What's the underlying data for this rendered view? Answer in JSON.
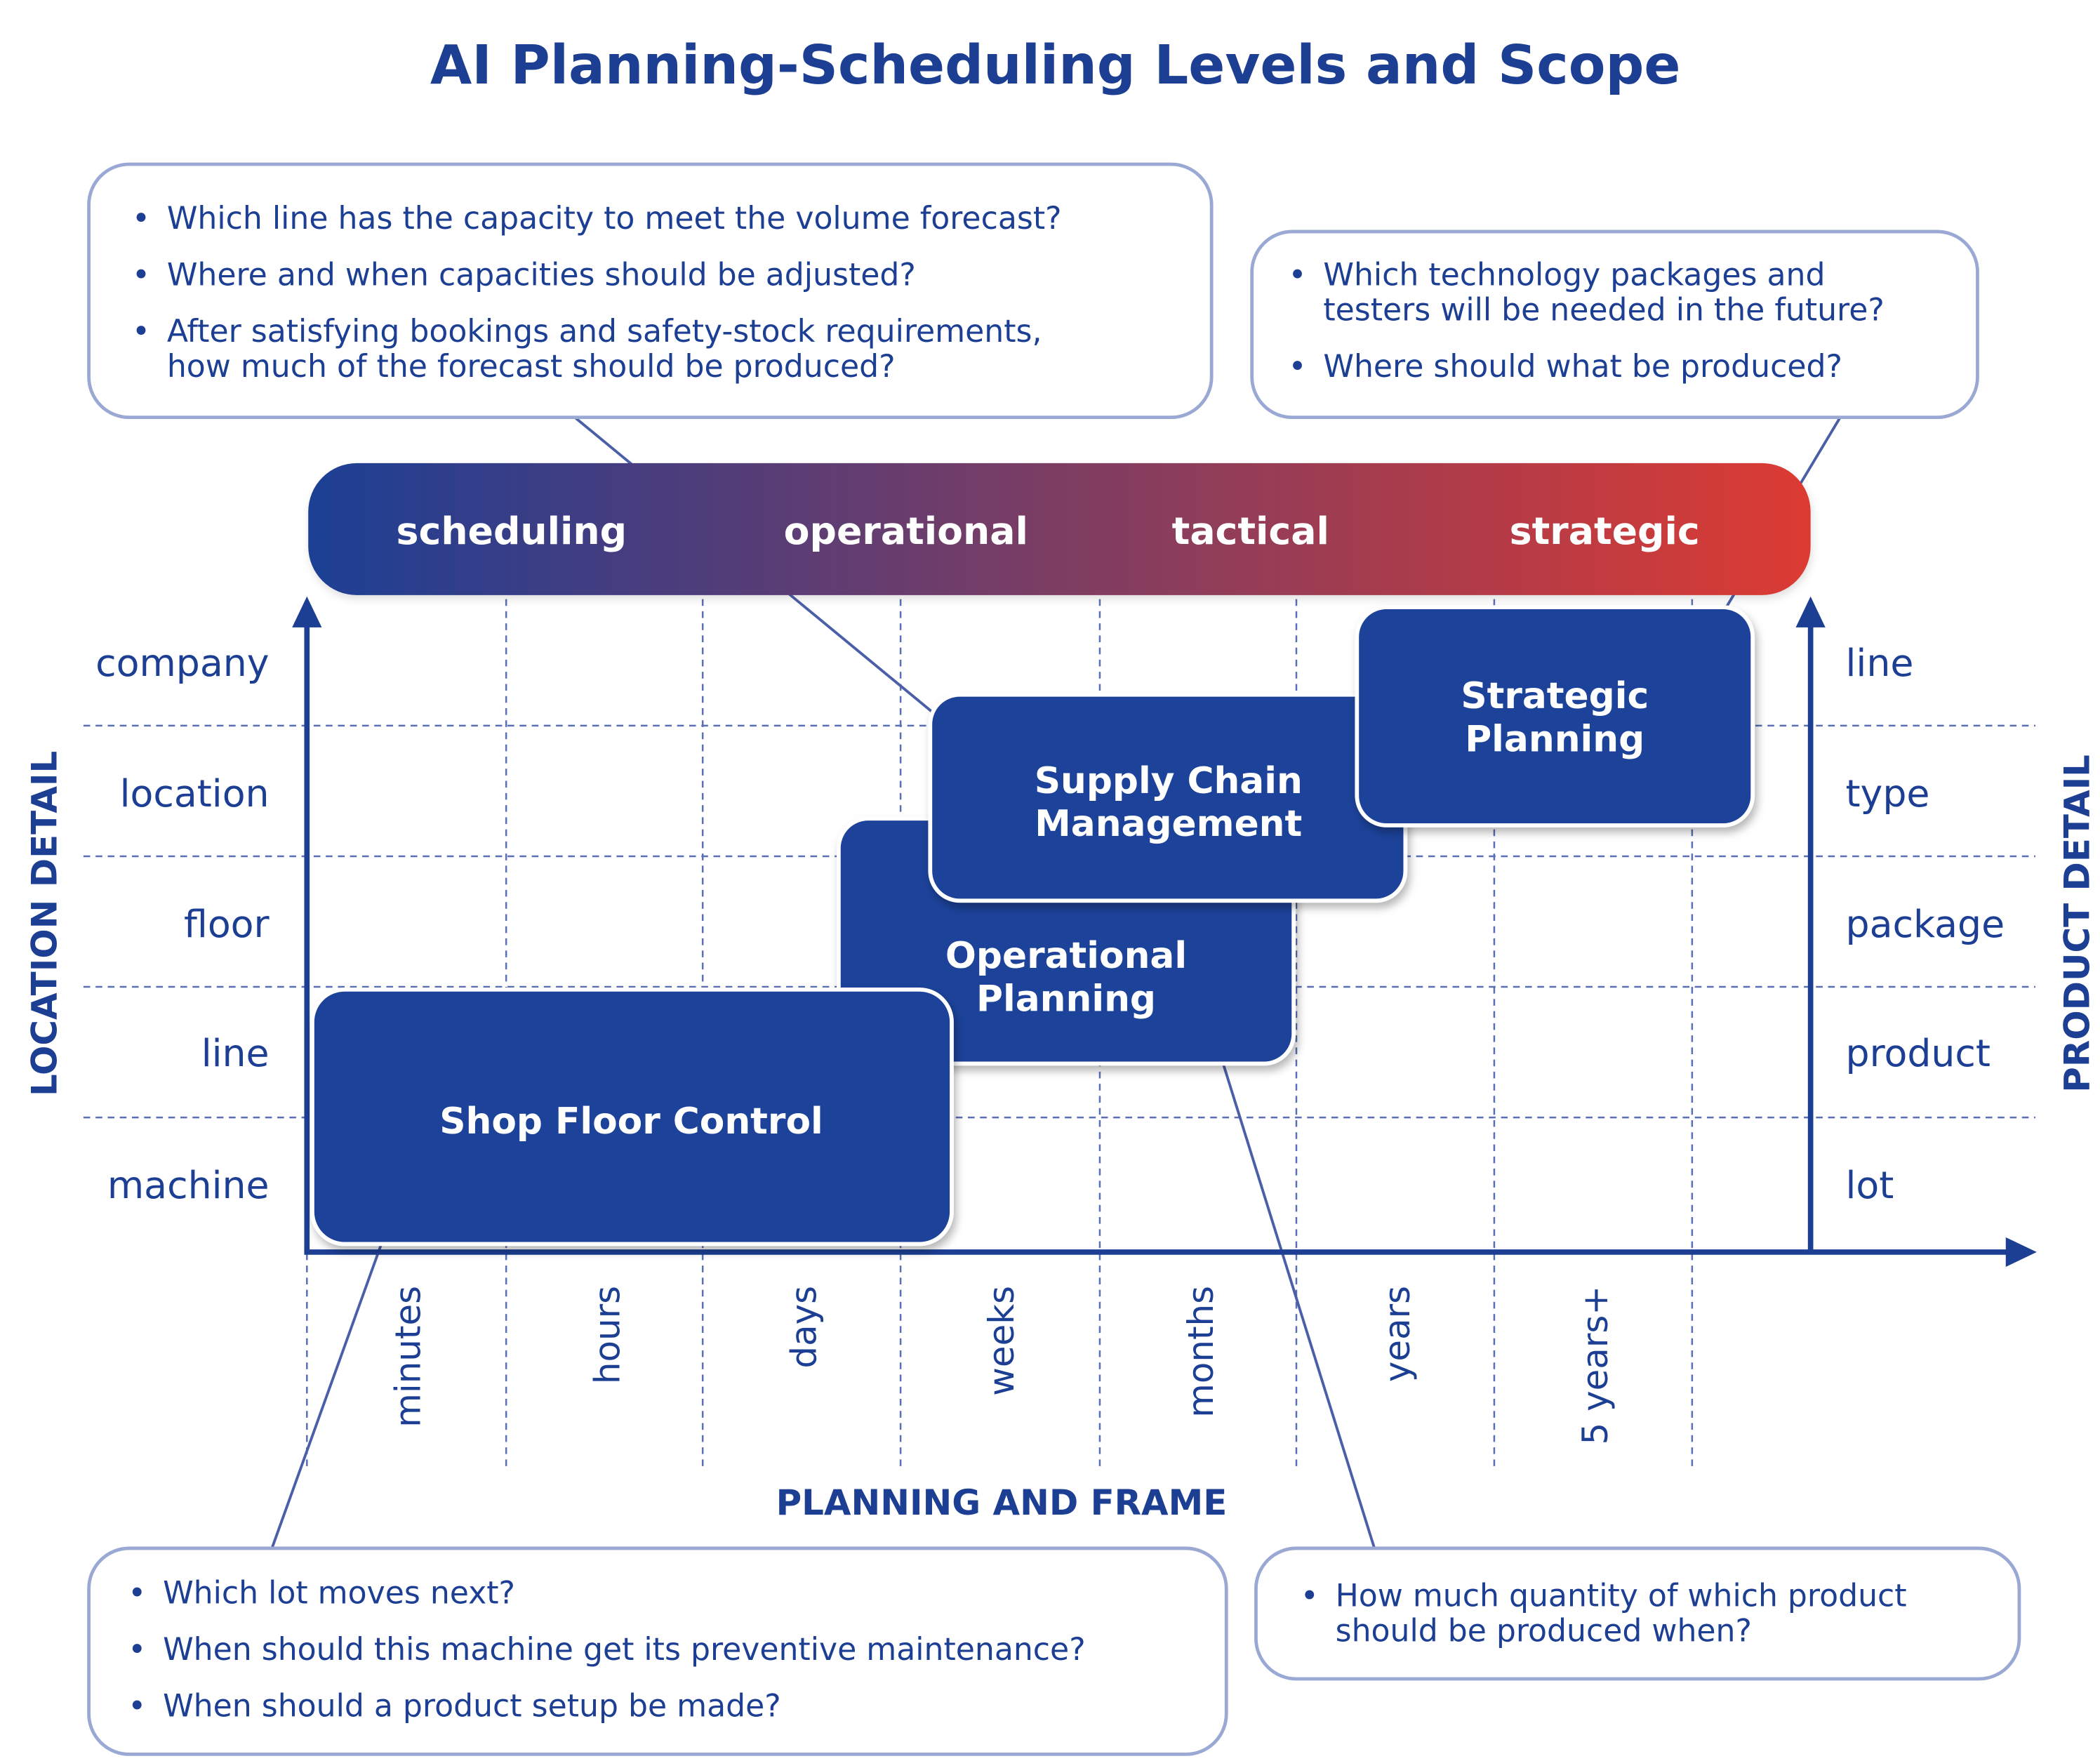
{
  "title": "AI Planning-Scheduling Levels and Scope",
  "levels": [
    "scheduling",
    "operational",
    "tactical",
    "strategic"
  ],
  "level_bar_colors": {
    "start": "#1d3f94",
    "end": "#dc3a32"
  },
  "location_detail": {
    "title": "LOCATION DETAIL",
    "labels": [
      "company",
      "location",
      "floor",
      "line",
      "machine"
    ]
  },
  "product_detail": {
    "title": "PRODUCT DETAIL",
    "labels": [
      "line",
      "type",
      "package",
      "product",
      "lot"
    ]
  },
  "time_axis": {
    "title": "PLANNING AND FRAME",
    "labels": [
      "minutes",
      "hours",
      "days",
      "weeks",
      "months",
      "years",
      "5 years+"
    ]
  },
  "boxes": {
    "shop_floor": [
      "Shop Floor Control"
    ],
    "operational": [
      "Operational",
      "Planning"
    ],
    "supply_chain": [
      "Supply Chain",
      "Management"
    ],
    "strategic": [
      "Strategic",
      "Planning"
    ]
  },
  "box_color": "#1c4399",
  "callouts": {
    "top_left": [
      [
        "Which line has the capacity to meet the volume forecast?"
      ],
      [
        "Where and when capacities should be adjusted?"
      ],
      [
        "After satisfying bookings and safety-stock requirements,",
        "how much of the forecast should be produced?"
      ]
    ],
    "top_right": [
      [
        "Which technology packages and",
        "testers will be needed in the future?"
      ],
      [
        "Where should what be produced?"
      ]
    ],
    "bottom_left": [
      [
        "Which lot moves next?"
      ],
      [
        "When should this machine get its preventive maintenance?"
      ],
      [
        "When should a product setup be made?"
      ]
    ],
    "bottom_right": [
      [
        "How much quantity of which product",
        "should be produced when?"
      ]
    ]
  }
}
